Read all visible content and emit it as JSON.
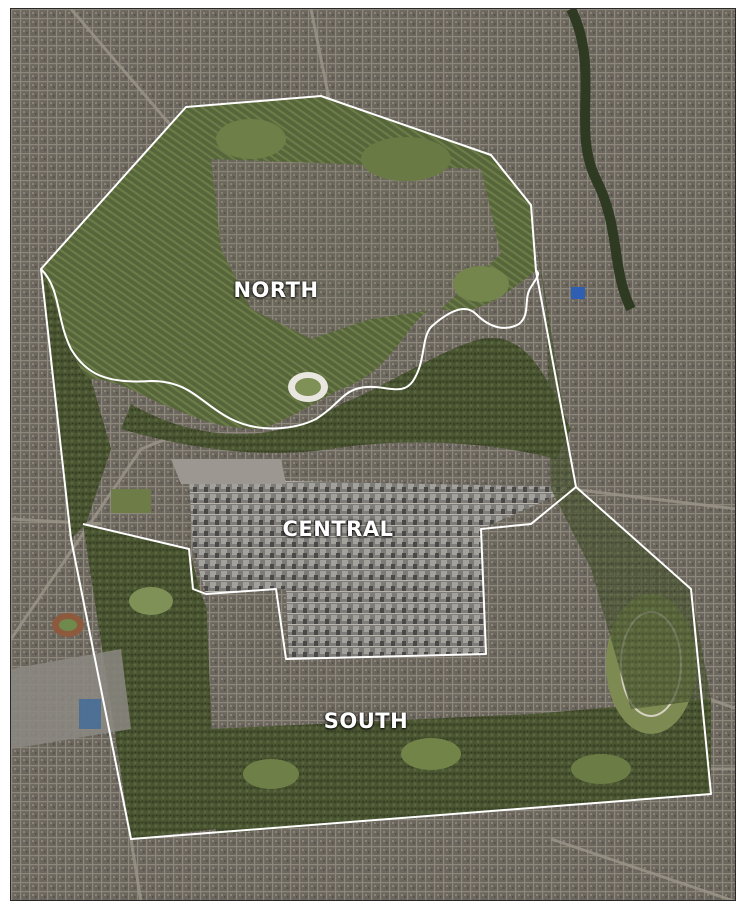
{
  "map": {
    "zones": [
      {
        "id": "north",
        "label": "NORTH"
      },
      {
        "id": "central",
        "label": "CENTRAL"
      },
      {
        "id": "south",
        "label": "SOUTH"
      }
    ],
    "colors": {
      "urban_base": "#6f6a61",
      "parkland": "#4d5a34",
      "park_light": "#6f7a45",
      "oval_grass": "#7f9156",
      "cbd": "#8e8e8e",
      "river": "#3c4a2e",
      "boundary": "#ffffff"
    }
  }
}
